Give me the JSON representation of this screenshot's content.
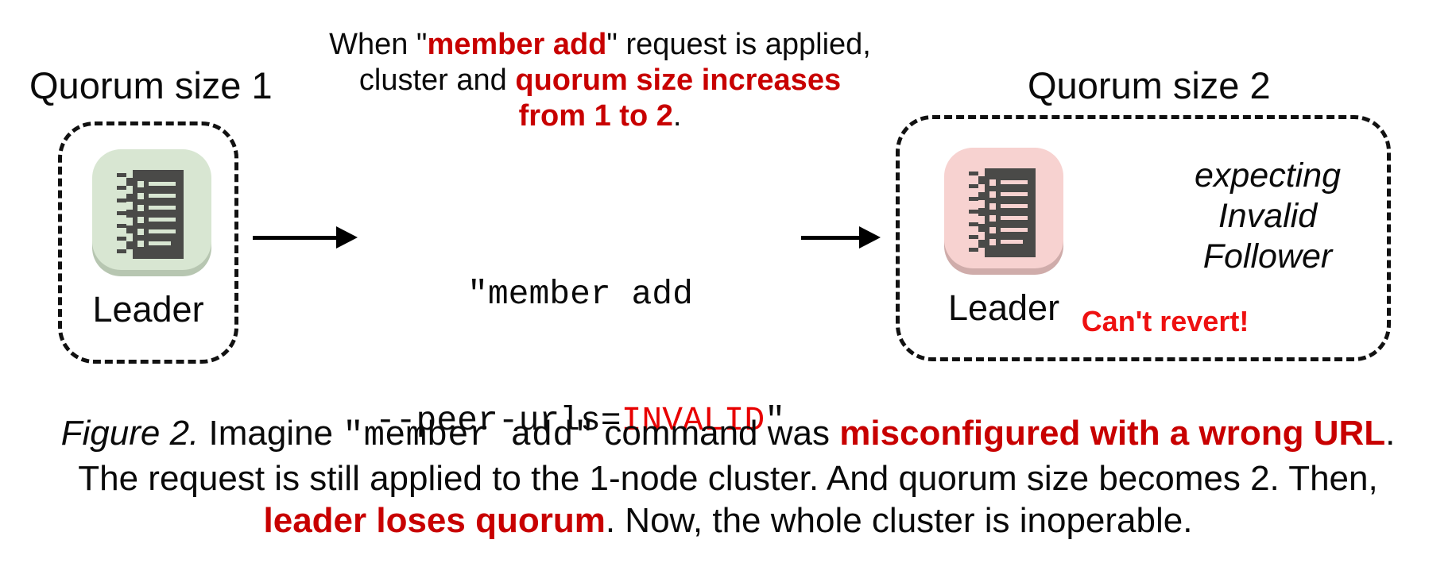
{
  "colors": {
    "node_green": "#d8e6d2",
    "node_green_rim": "#b7c6b1",
    "node_pink": "#f7d2d0",
    "node_pink_rim": "#cfacaa",
    "glyph_dark": "#4a4a48",
    "red_bold": "#c80000",
    "red_code": "#e80000",
    "red_alert": "#ee1111",
    "text_black": "#0a0a0a"
  },
  "left_cluster": {
    "title": "Quorum size 1",
    "node_label": "Leader",
    "node_icon": "etcd-log-node-icon",
    "node_state_color": "#d8e6d2"
  },
  "notice": {
    "lines": [
      [
        {
          "t": "When \""
        },
        {
          "t": "member add",
          "c": "red"
        },
        {
          "t": "\" request is applied,"
        }
      ],
      [
        {
          "t": "cluster and "
        },
        {
          "t": "quorum size increases",
          "c": "red"
        }
      ],
      [
        {
          "t": "from 1 to 2",
          "c": "red"
        },
        {
          "t": "."
        }
      ]
    ]
  },
  "command": {
    "lines": [
      [
        {
          "t": "\"member add"
        }
      ],
      [
        {
          "t": "--peer-urls="
        },
        {
          "t": "INVALID",
          "c": "code-red"
        },
        {
          "t": "\""
        }
      ]
    ]
  },
  "right_cluster": {
    "title": "Quorum size 2",
    "node_label": "Leader",
    "node_icon": "etcd-log-node-icon",
    "node_state_color": "#f7d2d0",
    "annotation_lines": [
      "expecting",
      "Invalid",
      "Follower"
    ],
    "alert": "Can't revert!"
  },
  "caption": {
    "lines": [
      [
        {
          "t": "Figure 2.",
          "c": "italic"
        },
        {
          "t": " Imagine "
        },
        {
          "t": "\"member add\"",
          "c": "mono"
        },
        {
          "t": " command was "
        },
        {
          "t": "misconfigured with a wrong URL",
          "c": "red"
        },
        {
          "t": "."
        }
      ],
      [
        {
          "t": "The request is still applied to the 1-node cluster. And quorum size becomes 2. Then,"
        }
      ],
      [
        {
          "t": "leader loses quorum",
          "c": "red"
        },
        {
          "t": ". Now, the whole cluster is inoperable."
        }
      ]
    ]
  }
}
